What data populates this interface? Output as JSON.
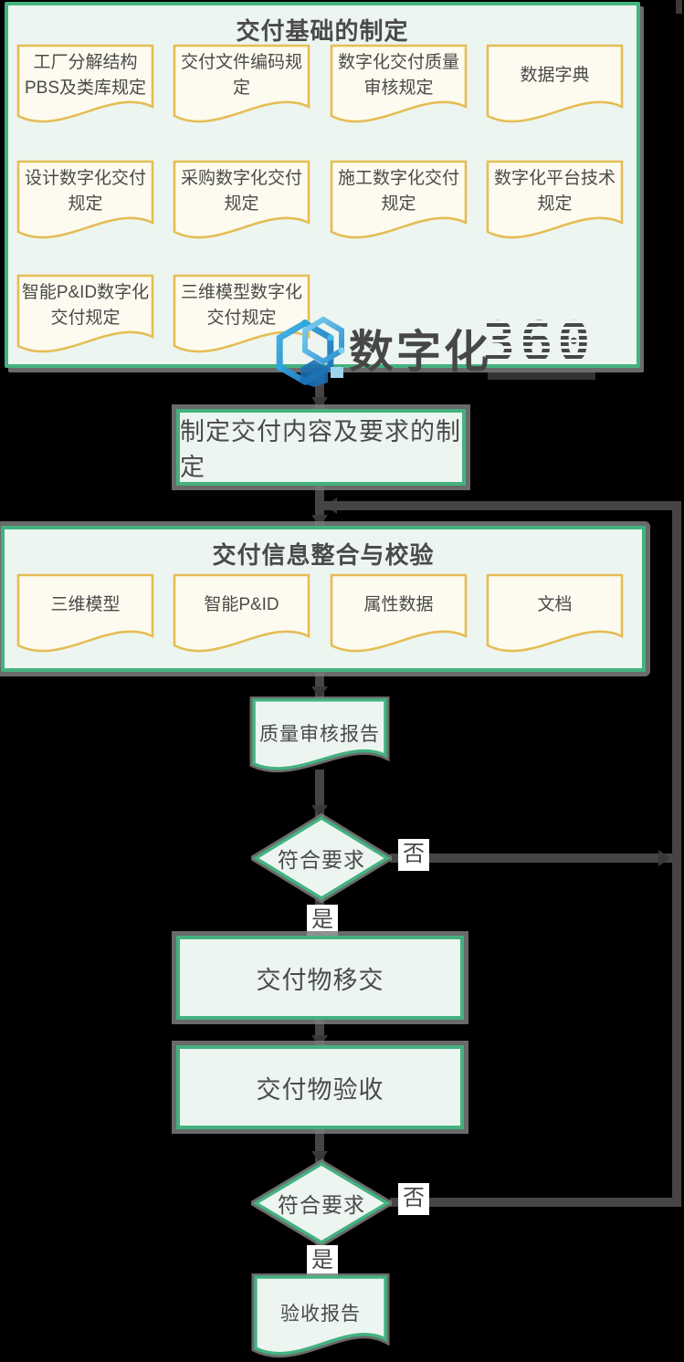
{
  "palette": {
    "container_border_green": "#43b27f",
    "container_fill_mint": "#edf5f0",
    "document_border_gold": "#e5bd55",
    "document_fill_cream": "#fdfbef",
    "text_gray": "#4a4a4a",
    "connector_gray": "#454545",
    "shadow_halo_gray": "#7d7d7d",
    "edge_label_background": "#ffffff",
    "logo_blue_light": "#45b6e8",
    "logo_blue_dark": "#1b6fb5"
  },
  "stage1": {
    "title": "交付基础的制定",
    "documents": [
      "工厂分解结构PBS及类库规定",
      "交付文件编码规定",
      "数字化交付质量审核规定",
      "数据字典",
      "设计数字化交付规定",
      "采购数字化交付规定",
      "施工数字化交付规定",
      "数字化平台技术规定",
      "智能P&ID数字化交付规定",
      "三维模型数字化交付规定"
    ]
  },
  "process": {
    "define_requirements": "制定交付内容及要求的制定",
    "handover": "交付物移交",
    "acceptance": "交付物验收"
  },
  "stage2": {
    "title": "交付信息整合与校验",
    "documents": [
      "三维模型",
      "智能P&ID",
      "属性数据",
      "文档"
    ]
  },
  "reports": {
    "quality_review": "质量审核报告",
    "acceptance_report": "验收报告"
  },
  "decisions": {
    "label": "符合要求",
    "yes": "是",
    "no": "否"
  },
  "watermark": {
    "brand": "数字化",
    "number": "360"
  }
}
